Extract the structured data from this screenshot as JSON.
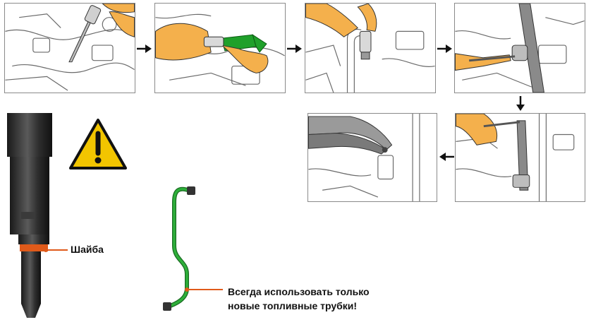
{
  "callouts": {
    "washer": "Шайба",
    "pipes_line1": "Всегда использовать только",
    "pipes_line2": "новые топливные трубки!"
  },
  "icons": {
    "warning": "warning-triangle-icon",
    "flow_arrow": "arrow-icon"
  },
  "colors": {
    "hand": "#f4b04c",
    "tool_green": "#1fa02a",
    "pipe_green": "#2eb03a",
    "leader": "#e05a1a",
    "warning_yellow": "#f2c500",
    "injector_dark": "#2b2b2b",
    "line_art": "#555555"
  }
}
